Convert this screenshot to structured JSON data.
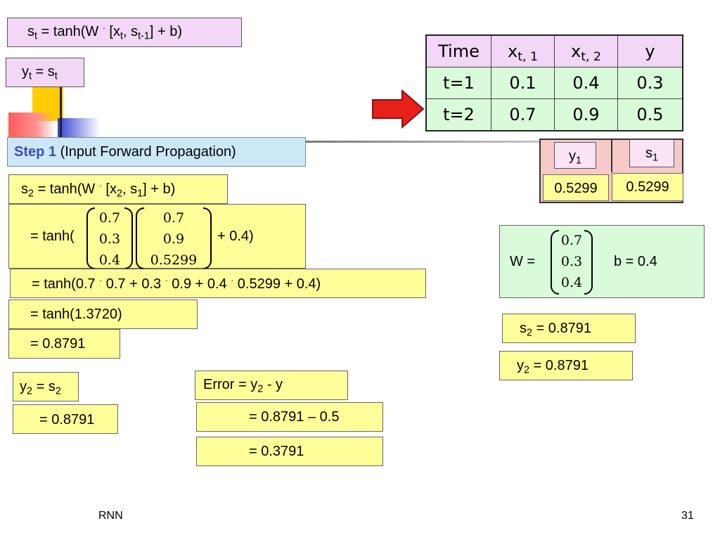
{
  "formulas": {
    "state_eq": [
      "s",
      "t",
      " = tanh(W ",
      "·",
      " [x",
      "t",
      ", s",
      "t-1",
      "] + b)"
    ],
    "output_eq": [
      "y",
      "t",
      " = s",
      "t"
    ]
  },
  "table": {
    "headers": [
      {
        "main": "Time",
        "sub": ""
      },
      {
        "main": "x",
        "sub": "t, 1"
      },
      {
        "main": "x",
        "sub": "t, 2"
      },
      {
        "main": "y",
        "sub": ""
      }
    ],
    "rows": [
      [
        "t=1",
        "0.1",
        "0.4",
        "0.3"
      ],
      [
        "t=2",
        "0.7",
        "0.9",
        "0.5"
      ]
    ]
  },
  "step": {
    "label": "Step 1",
    "desc": "(Input Forward Propagation)"
  },
  "prev": {
    "y_label": "y",
    "y_sub": "1",
    "s_label": "s",
    "s_sub": "1",
    "y_value": "0.5299",
    "s_value": "0.5299"
  },
  "calc": {
    "s2_eq": [
      "s",
      "2",
      " = tanh(W ",
      "·",
      " [x",
      "2",
      ", s",
      "1",
      "] + b)"
    ],
    "line2_prefix": "= tanh(",
    "vec_w": [
      "0.7",
      "0.3",
      "0.4"
    ],
    "vec_x": [
      "0.7",
      "0.9",
      "0.5299"
    ],
    "line2_suffix": "+ 0.4)",
    "line3": [
      "= tanh(0.7 ",
      "·",
      " 0.7 + 0.3 ",
      "·",
      " 0.9 + 0.4 ",
      "·",
      " 0.5299 + 0.4)"
    ],
    "line4": "= tanh(1.3720)",
    "line5": "= 0.8791"
  },
  "params": {
    "w_label": "W =",
    "w_values": [
      "0.7",
      "0.3",
      "0.4"
    ],
    "b_label": "b = 0.4"
  },
  "results": {
    "s2": [
      "s",
      "2",
      " = 0.8791"
    ],
    "y2": [
      "y",
      "2",
      " = 0.8791"
    ]
  },
  "output": {
    "eq": [
      "y",
      "2",
      " = s",
      "2"
    ],
    "value": "= 0.8791"
  },
  "error": {
    "eq": [
      "Error = y",
      "2",
      " - y"
    ],
    "line2": "= 0.8791 – 0.5",
    "line3": "= 0.3791"
  },
  "footer": {
    "left": "RNN",
    "page": "31"
  },
  "colors": {
    "lavender": "#f2d7f6",
    "yellow": "#ffff99",
    "green": "#d9fbd9",
    "blue": "#cce8f7",
    "accent_text": "#3a4dbb",
    "arrow": "#e8201a"
  }
}
